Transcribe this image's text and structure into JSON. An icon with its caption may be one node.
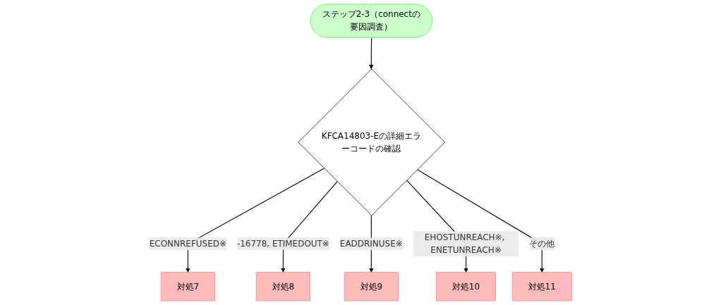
{
  "diagram": {
    "nodes": [
      {
        "text": [
          "ステップ2-3（connectの要因調査）"
        ]
      },
      {
        "text": [
          "KFCA14803-Eの詳細エラーコードの確認"
        ]
      },
      {
        "text": [
          "対処7"
        ]
      },
      {
        "text": [
          "対処8"
        ]
      },
      {
        "text": [
          "対処9"
        ]
      },
      {
        "text": [
          "対処10"
        ]
      },
      {
        "text": [
          "対処11"
        ]
      }
    ],
    "edges": [
      {
        "from": 0,
        "to": 1,
        "arrow": "to"
      },
      {
        "from": 1,
        "to": 2,
        "arrow": "to",
        "label": "ECONNREFUSED※"
      },
      {
        "from": 1,
        "to": 3,
        "arrow": "to",
        "label": "-16778, ETIMEDOUT※"
      },
      {
        "from": 1,
        "to": 4,
        "arrow": "to",
        "label": "EADDRINUSE※"
      },
      {
        "from": 1,
        "to": 5,
        "arrow": "to",
        "label": "EHOSTUNREACH※, ENETUNREACH※"
      },
      {
        "from": 1,
        "to": 6,
        "arrow": "to",
        "label": "その他"
      }
    ]
  }
}
